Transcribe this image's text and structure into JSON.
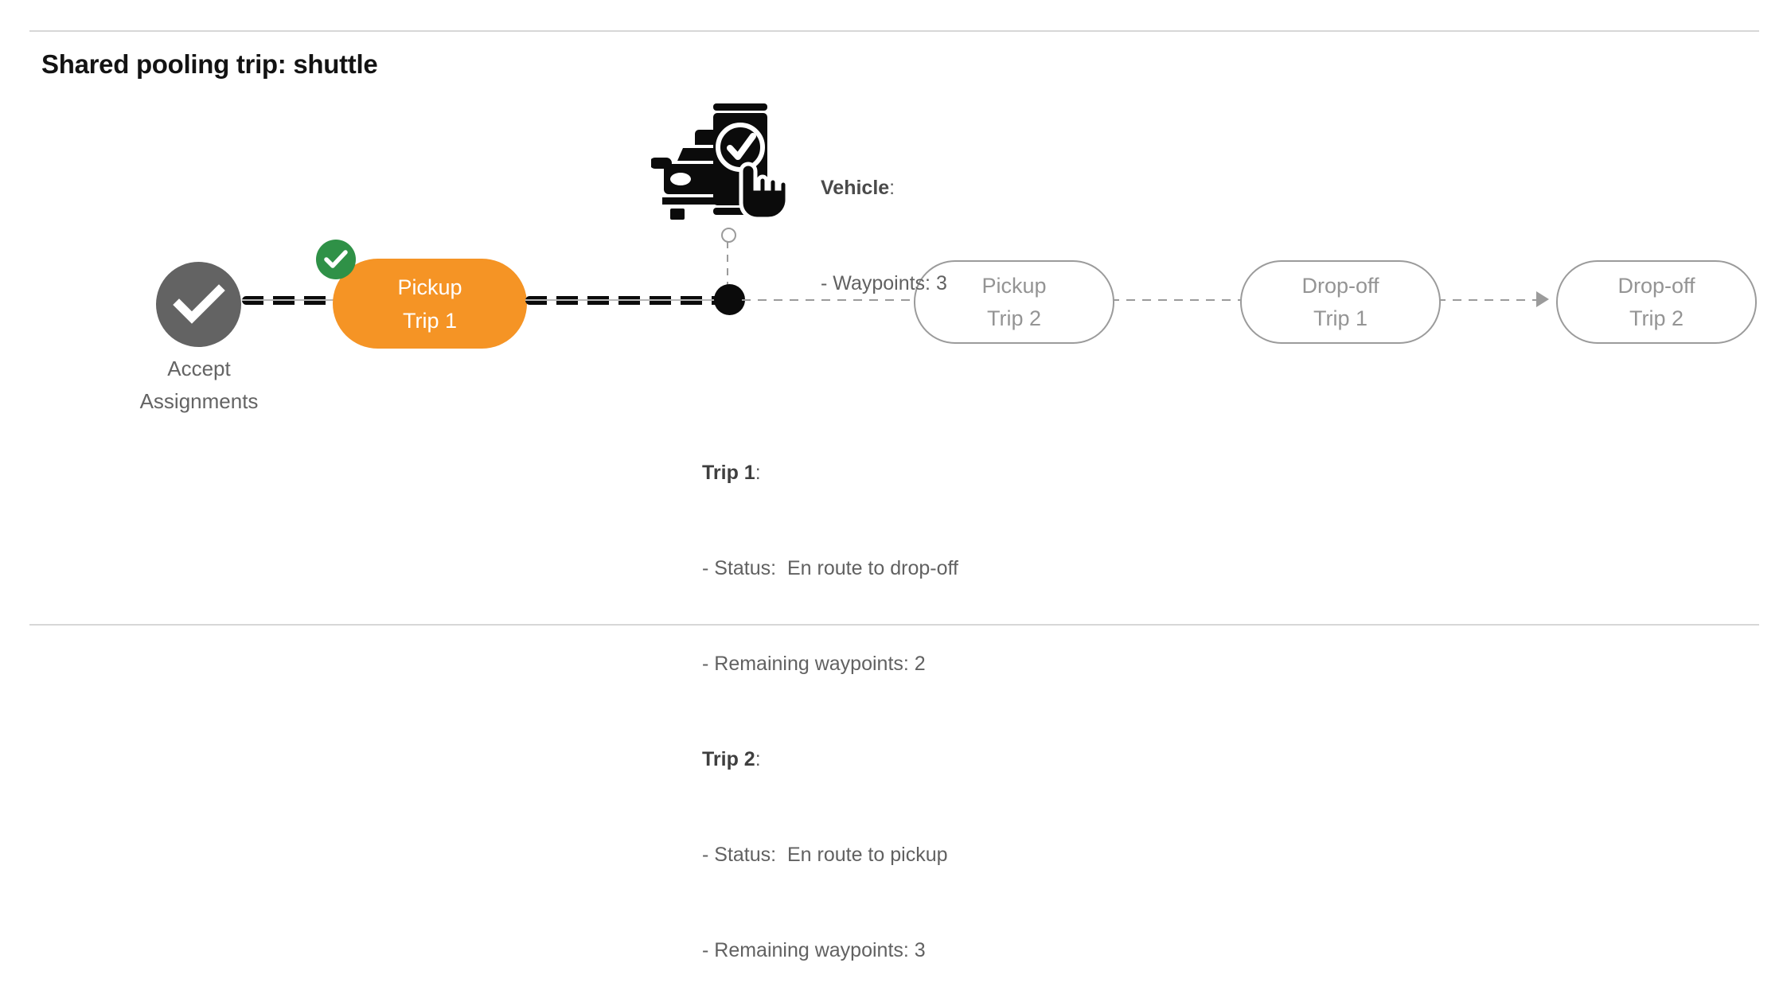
{
  "page_title": "Shared pooling trip: shuttle",
  "colors": {
    "active_pill": "#F59425",
    "completed_badge": "#2F9147",
    "accept_node": "#636363",
    "future_pill_border": "#9b9b9b",
    "future_pill_text": "#949494",
    "connector_done": "#0b0b0b",
    "connector_future": "#9b9b9b",
    "rule": "#d7d7d7"
  },
  "flow": {
    "accept": {
      "icon": "check-circle-icon",
      "label": "Accept\nAssignments"
    },
    "active_node": {
      "label": "Pickup\nTrip 1",
      "badge_icon": "check-badge-icon",
      "state": "completed"
    },
    "future_nodes": [
      {
        "label": "Pickup\nTrip 2"
      },
      {
        "label": "Drop-off\nTrip 1"
      },
      {
        "label": "Drop-off\nTrip 2"
      }
    ],
    "vehicle_marker": {
      "dot_icon": "position-dot-icon",
      "anchor_icon": "anchor-circle-icon"
    },
    "arrow_icon": "arrow-right-icon"
  },
  "vehicle": {
    "icon": "vehicle-app-check-icon",
    "lead": "Vehicle",
    "lead_suffix": ":",
    "lines": [
      "- Waypoints: 3"
    ]
  },
  "trip_details": [
    {
      "lead": "Trip 1",
      "lead_suffix": ":",
      "lines": [
        "- Status:  En route to drop-off",
        "- Remaining waypoints: 2"
      ]
    },
    {
      "lead": "Trip 2",
      "lead_suffix": ":",
      "lines": [
        "- Status:  En route to pickup",
        "- Remaining waypoints: 3"
      ]
    }
  ]
}
